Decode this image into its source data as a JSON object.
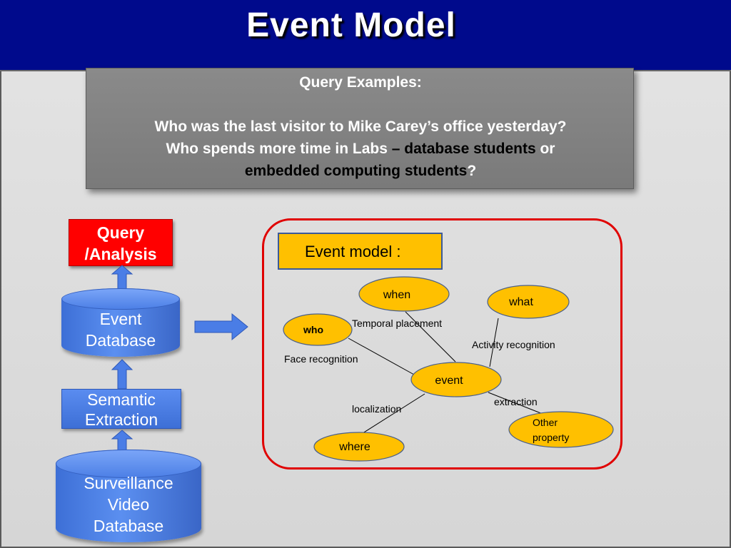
{
  "slide": {
    "title": "Event Model"
  },
  "query_box": {
    "heading": "Query Examples:",
    "line1": "Who was the last visitor to Mike Carey’s office yesterday?",
    "line2_part1": "Who spends more time in Labs ",
    "line2_dash": "– database students",
    "line2_or": " or",
    "line3_part1": "embedded computing students",
    "line3_q": "?"
  },
  "flow": {
    "query_analysis_line1": "Query",
    "query_analysis_line2": "/Analysis",
    "event_db_line1": "Event",
    "event_db_line2": "Database",
    "semantic_line1": "Semantic",
    "semantic_line2": "Extraction",
    "surv_line1": "Surveillance",
    "surv_line2": "Video",
    "surv_line3": "Database"
  },
  "event_model": {
    "label": "Event model :",
    "nodes": {
      "when": "when",
      "what": "what",
      "who": "who",
      "event": "event",
      "where": "where",
      "other_line1": "Other",
      "other_line2": "property"
    },
    "edges": {
      "temporal": "Temporal placement",
      "activity": "Activity recognition",
      "face": "Face recognition",
      "localization": "localization",
      "extraction": "extraction"
    }
  },
  "colors": {
    "header_bg": "#000a8c",
    "node_fill": "#ffc000",
    "query_red": "#ff0000",
    "flow_blue": "#4a7de6",
    "frame_red": "#e00000"
  }
}
